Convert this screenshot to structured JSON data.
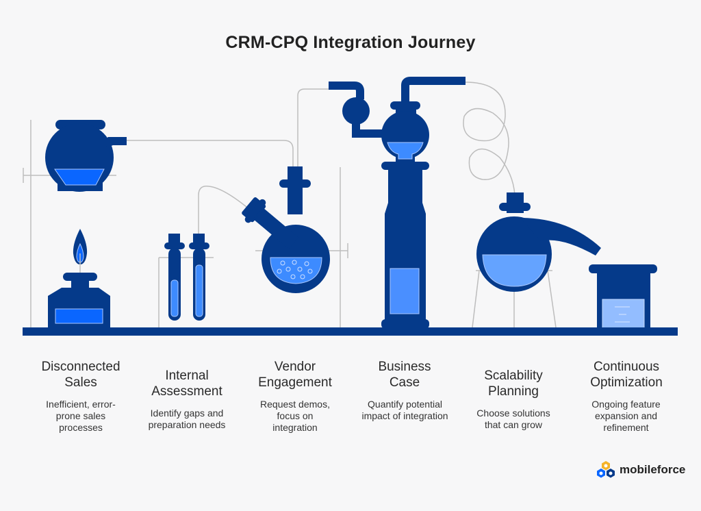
{
  "title": "CRM-CPQ Integration Journey",
  "colors": {
    "background": "#f7f7f8",
    "navy": "#053a8a",
    "blue_bright": "#0a66ff",
    "blue_medium": "#3d8bff",
    "blue_light": "#64a3ff",
    "blue_pale": "#93bdff",
    "tube_gray": "#b8b8b8",
    "text": "#2a2a2a"
  },
  "steps": [
    {
      "heading": "Disconnected Sales",
      "description": "Inefficient, error-prone sales processes",
      "apparatus": "burner-and-flask"
    },
    {
      "heading": "Internal Assessment",
      "description": "Identify gaps and preparation needs",
      "apparatus": "test-tubes"
    },
    {
      "heading": "Vendor Engagement",
      "description": "Request demos, focus on integration",
      "apparatus": "round-bottom-flask"
    },
    {
      "heading": "Business Case",
      "description": "Quantify potential impact of integration",
      "apparatus": "distillation-column"
    },
    {
      "heading": "Scalability Planning",
      "description": "Choose solutions that can grow",
      "apparatus": "retort"
    },
    {
      "heading": "Continuous Optimization",
      "description": "Ongoing feature expansion and refinement",
      "apparatus": "beaker"
    }
  ],
  "logo": {
    "text": "mobileforce",
    "icon": "hexagon-cluster-icon"
  }
}
